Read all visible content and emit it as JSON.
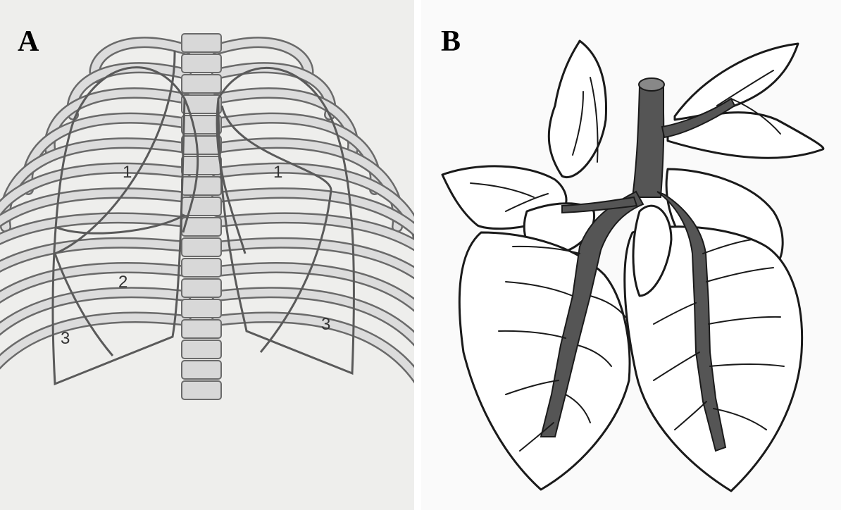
{
  "panels": [
    {
      "letter": "A",
      "region_labels": [
        "1",
        "1",
        "2",
        "3",
        "3"
      ]
    },
    {
      "letter": "B"
    }
  ],
  "colors": {
    "rib_fill": "#dcdcdc",
    "rib_stroke": "#6a6a6a",
    "spine_fill": "#d8d8d8",
    "lung_outline": "#5a5a5a",
    "ink": "#1a1a1a",
    "bronchi_fill": "#555555"
  }
}
